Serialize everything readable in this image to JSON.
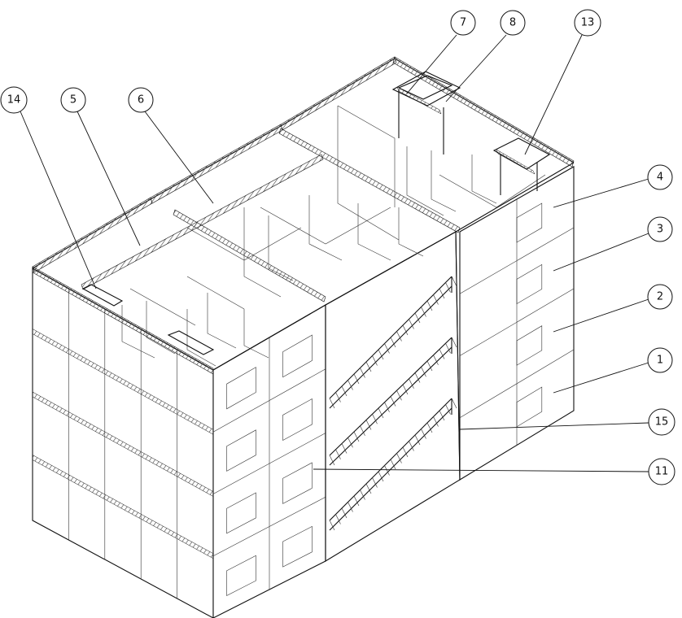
{
  "callouts": [
    {
      "id": "c1",
      "label": "1"
    },
    {
      "id": "c2",
      "label": "2"
    },
    {
      "id": "c3",
      "label": "3"
    },
    {
      "id": "c4",
      "label": "4"
    },
    {
      "id": "c5",
      "label": "5"
    },
    {
      "id": "c6",
      "label": "6"
    },
    {
      "id": "c7",
      "label": "7"
    },
    {
      "id": "c8",
      "label": "8"
    },
    {
      "id": "c11",
      "label": "11"
    },
    {
      "id": "c13",
      "label": "13"
    },
    {
      "id": "c14",
      "label": "14"
    },
    {
      "id": "c15",
      "label": "15"
    }
  ],
  "colors": {
    "line": "#111111",
    "background": "#ffffff",
    "hatch": "#555555"
  }
}
